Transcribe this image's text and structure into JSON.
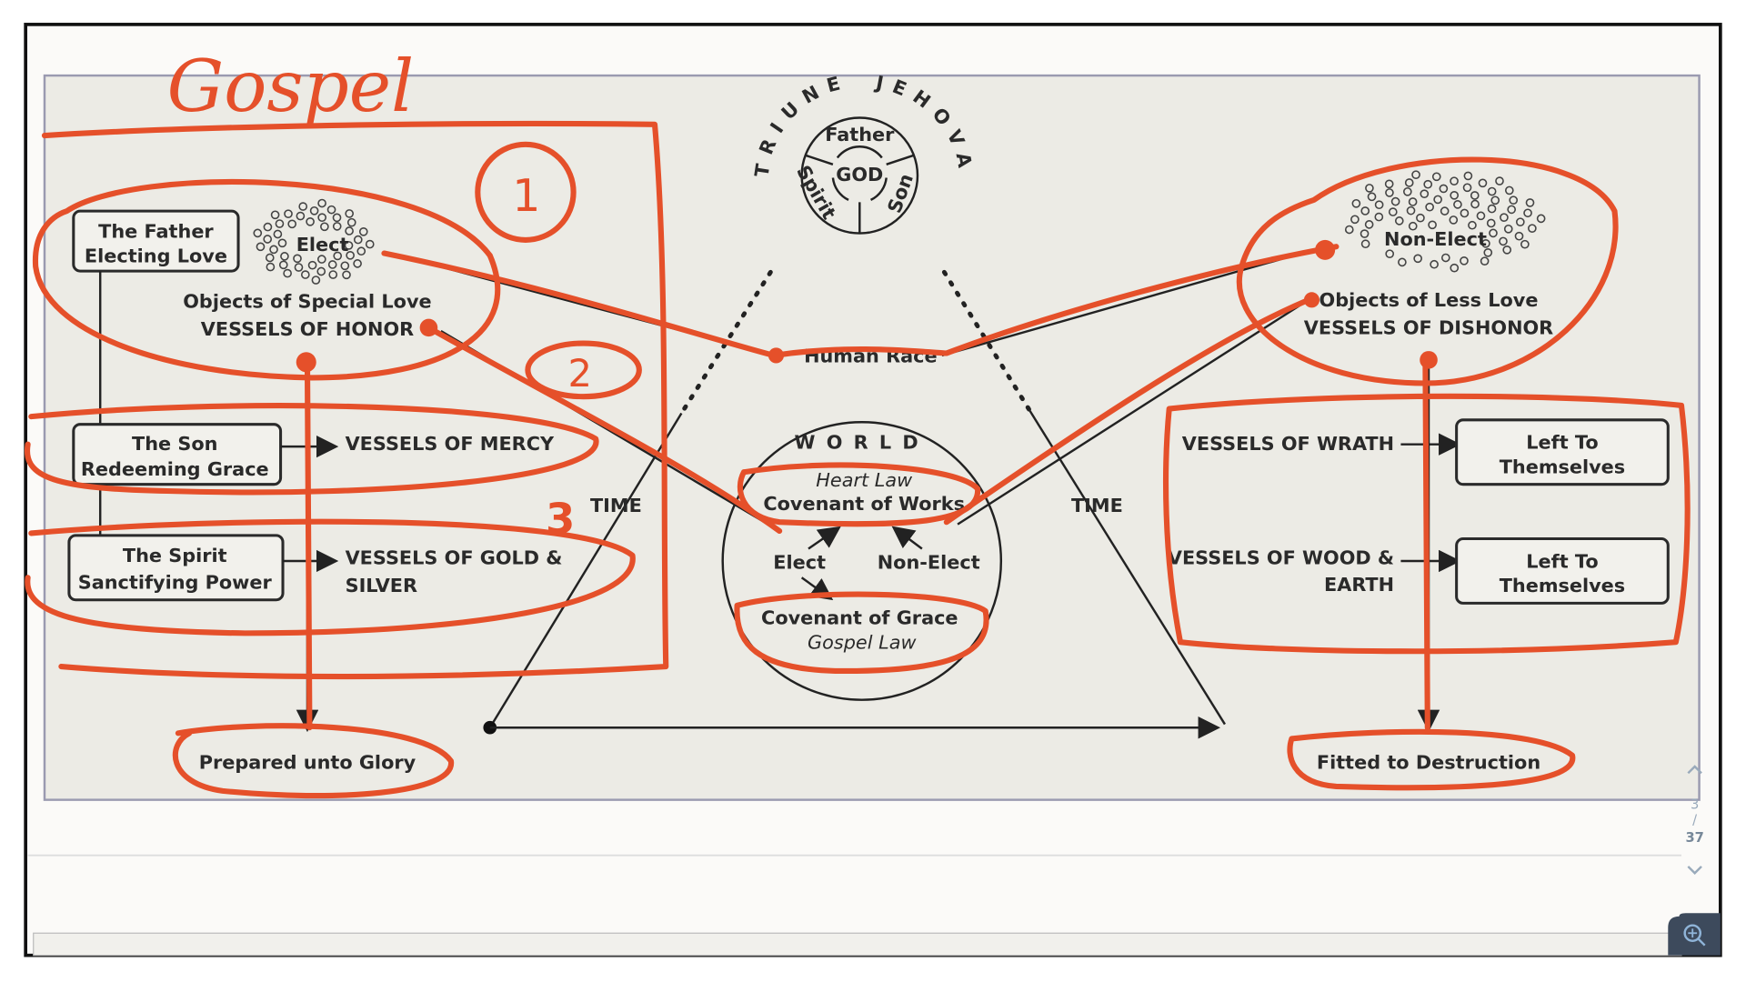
{
  "viewer": {
    "page_current": "3",
    "page_sep": "/",
    "page_total": "37",
    "zoom_button_icon": "zoom-in-icon"
  },
  "colors": {
    "annotation": "#e5502a",
    "diagram_bg": "#ecebe5"
  },
  "annotation": {
    "title": "Gospel",
    "mark1": "1",
    "mark2": "2",
    "mark3": "3"
  },
  "diagram": {
    "godhead": {
      "arc_left": "TRIUNE",
      "arc_right": "JEHOVAH",
      "father": "Father",
      "god": "GOD",
      "spirit": "Spirit",
      "son": "Son"
    },
    "left": {
      "father_title": "The Father",
      "father_sub": "Electing Love",
      "elect": "Elect",
      "objects": "Objects of Special Love",
      "vessels_honor": "VESSELS OF HONOR",
      "son_title": "The Son",
      "son_sub": "Redeeming Grace",
      "mercy": "VESSELS OF MERCY",
      "spirit_title": "The Spirit",
      "spirit_sub": "Sanctifying Power",
      "gold1": "VESSELS OF GOLD &",
      "gold2": "SILVER",
      "glory": "Prepared unto Glory"
    },
    "center": {
      "human_race": "Human Race",
      "time_left": "TIME",
      "time_right": "TIME",
      "world": "WORLD",
      "heart_law": "Heart Law",
      "works": "Covenant of Works",
      "elect": "Elect",
      "non_elect": "Non-Elect",
      "grace": "Covenant of Grace",
      "gospel_law": "Gospel Law"
    },
    "right": {
      "non_elect": "Non-Elect",
      "objects": "Objects of Less Love",
      "vessels_dishonor": "VESSELS OF DISHONOR",
      "wrath": "VESSELS OF WRATH",
      "left1_a": "Left To",
      "left1_b": "Themselves",
      "wood1": "VESSELS OF WOOD &",
      "wood2": "EARTH",
      "left2_a": "Left To",
      "left2_b": "Themselves",
      "destruction": "Fitted to Destruction"
    }
  }
}
